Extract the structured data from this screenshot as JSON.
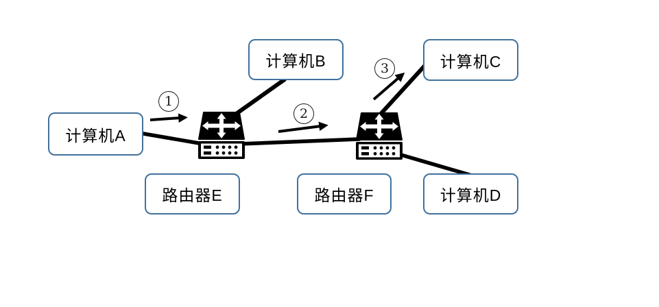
{
  "diagram": {
    "background": "#ffffff",
    "colors": {
      "box_border": "#41719c",
      "box_fill": "#ffffff",
      "line_color": "#000000",
      "text_color": "#000000"
    },
    "nodes": {
      "computer_a": {
        "label": "计算机A",
        "type": "computer"
      },
      "computer_b": {
        "label": "计算机B",
        "type": "computer"
      },
      "computer_c": {
        "label": "计算机C",
        "type": "computer"
      },
      "computer_d": {
        "label": "计算机D",
        "type": "computer"
      },
      "router_e": {
        "label": "路由器E",
        "type": "router"
      },
      "router_f": {
        "label": "路由器F",
        "type": "router"
      }
    },
    "icons": {
      "router": "router-icon"
    },
    "steps": [
      {
        "number": "1",
        "glyph": "①"
      },
      {
        "number": "2",
        "glyph": "②"
      },
      {
        "number": "3",
        "glyph": "③"
      }
    ],
    "links": [
      {
        "from": "computer_a",
        "to": "router_e"
      },
      {
        "from": "computer_b",
        "to": "router_e"
      },
      {
        "from": "router_e",
        "to": "router_f"
      },
      {
        "from": "computer_c",
        "to": "router_f"
      },
      {
        "from": "router_f",
        "to": "computer_d"
      }
    ]
  }
}
